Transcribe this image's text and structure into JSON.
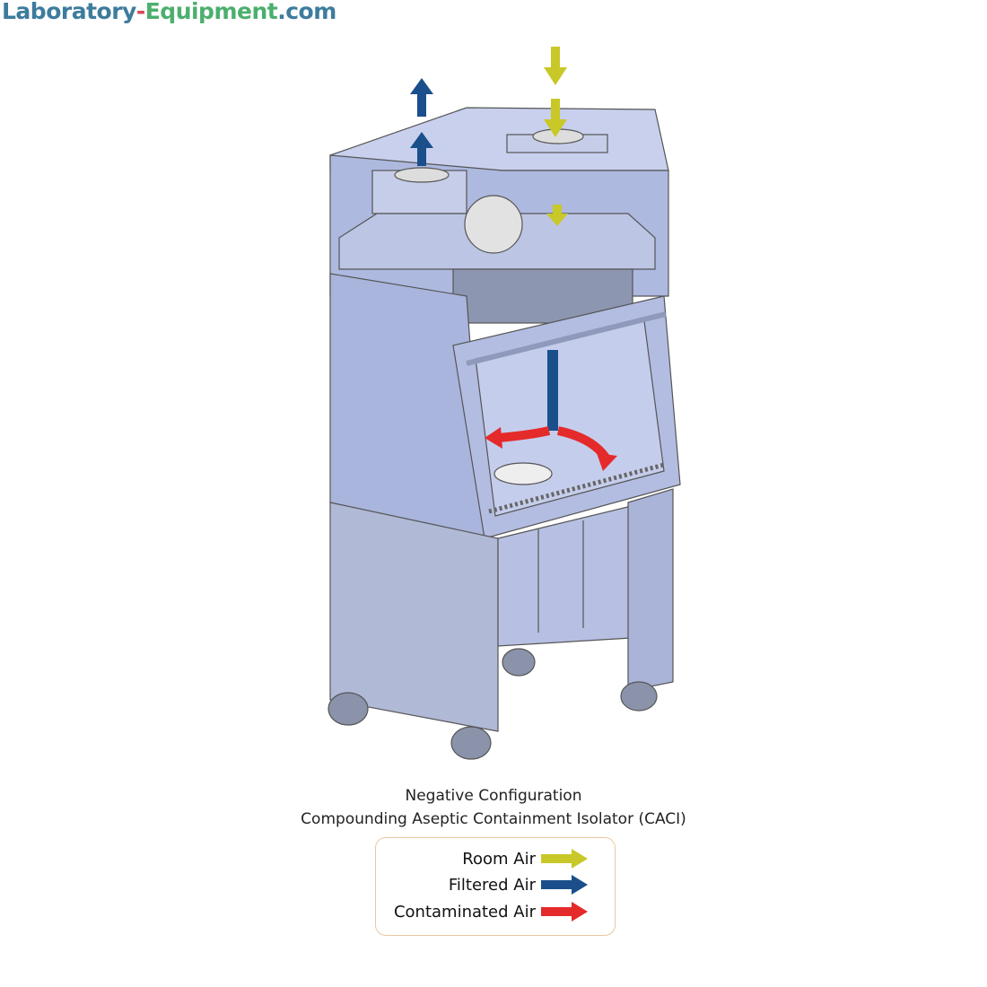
{
  "logo": {
    "part1": "Laboratory",
    "dash": "-",
    "part2": "Equipment",
    "part3": ".com"
  },
  "caption": {
    "line1": "Negative Configuration",
    "line2": "Compounding Aseptic Containment Isolator (CACI)"
  },
  "legend": [
    {
      "label": "Room Air",
      "color": "#c8c828"
    },
    {
      "label": "Filtered Air",
      "color": "#1a4f8c"
    },
    {
      "label": "Contaminated Air",
      "color": "#e42a2a"
    }
  ]
}
